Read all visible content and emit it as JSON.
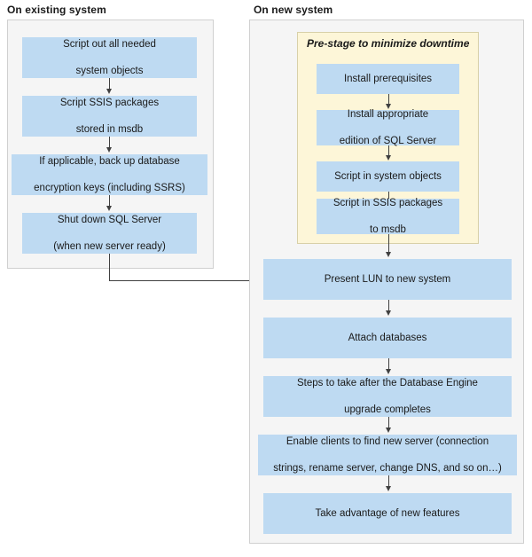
{
  "diagram": {
    "type": "flowchart",
    "title": "SQL Server migration to new hardware flowchart",
    "colors": {
      "node_fill": "#bedaf2",
      "panel_fill": "#f5f5f5",
      "panel_border": "#d0d0d0",
      "subpanel_fill": "#fdf6d8",
      "subpanel_border": "#d8d0a8",
      "arrow": "#404040",
      "text": "#1a1a1a",
      "background": "#ffffff"
    },
    "groups": [
      {
        "id": "existing",
        "title": "On existing system",
        "nodes": [
          {
            "id": "ex1",
            "line1": "Script out all needed",
            "line2": "system objects"
          },
          {
            "id": "ex2",
            "line1": "Script SSIS packages",
            "line2": "stored in msdb"
          },
          {
            "id": "ex3",
            "line1": "If applicable, back up database",
            "line2": "encryption keys (including SSRS)"
          },
          {
            "id": "ex4",
            "line1": "Shut down SQL Server",
            "line2": "(when new server ready)"
          }
        ]
      },
      {
        "id": "new",
        "title": "On new system",
        "subgroup": {
          "id": "prestage",
          "title": "Pre-stage to minimize downtime",
          "nodes": [
            {
              "id": "ps1",
              "line1": "Install prerequisites",
              "line2": ""
            },
            {
              "id": "ps2",
              "line1": "Install appropriate",
              "line2": "edition of SQL Server"
            },
            {
              "id": "ps3",
              "line1": "Script in system objects",
              "line2": ""
            },
            {
              "id": "ps4",
              "line1": "Script in SSIS packages",
              "line2": "to msdb"
            }
          ]
        },
        "nodes": [
          {
            "id": "nw1",
            "line1": "Present LUN to new system",
            "line2": ""
          },
          {
            "id": "nw2",
            "line1": "Attach databases",
            "line2": ""
          },
          {
            "id": "nw3",
            "line1": "Steps to take after the Database Engine",
            "line2": "upgrade completes"
          },
          {
            "id": "nw4",
            "line1": "Enable clients to find new server (connection",
            "line2": "strings, rename server, change DNS, and so on…)"
          },
          {
            "id": "nw5",
            "line1": "Take advantage of new features",
            "line2": ""
          }
        ]
      }
    ],
    "connectors": [
      {
        "from": "ex1",
        "to": "ex2",
        "kind": "down-arrow"
      },
      {
        "from": "ex2",
        "to": "ex3",
        "kind": "down-arrow"
      },
      {
        "from": "ex3",
        "to": "ex4",
        "kind": "down-arrow"
      },
      {
        "from": "ps1",
        "to": "ps2",
        "kind": "down-arrow"
      },
      {
        "from": "ps2",
        "to": "ps3",
        "kind": "down-arrow"
      },
      {
        "from": "ps3",
        "to": "ps4",
        "kind": "down-arrow"
      },
      {
        "from": "ps4",
        "to": "nw1",
        "kind": "down-arrow"
      },
      {
        "from": "ex4",
        "to": "nw1",
        "kind": "elbow-right-arrow"
      },
      {
        "from": "nw1",
        "to": "nw2",
        "kind": "down-arrow"
      },
      {
        "from": "nw2",
        "to": "nw3",
        "kind": "down-arrow"
      },
      {
        "from": "nw3",
        "to": "nw4",
        "kind": "down-arrow"
      },
      {
        "from": "nw4",
        "to": "nw5",
        "kind": "down-arrow"
      }
    ]
  }
}
